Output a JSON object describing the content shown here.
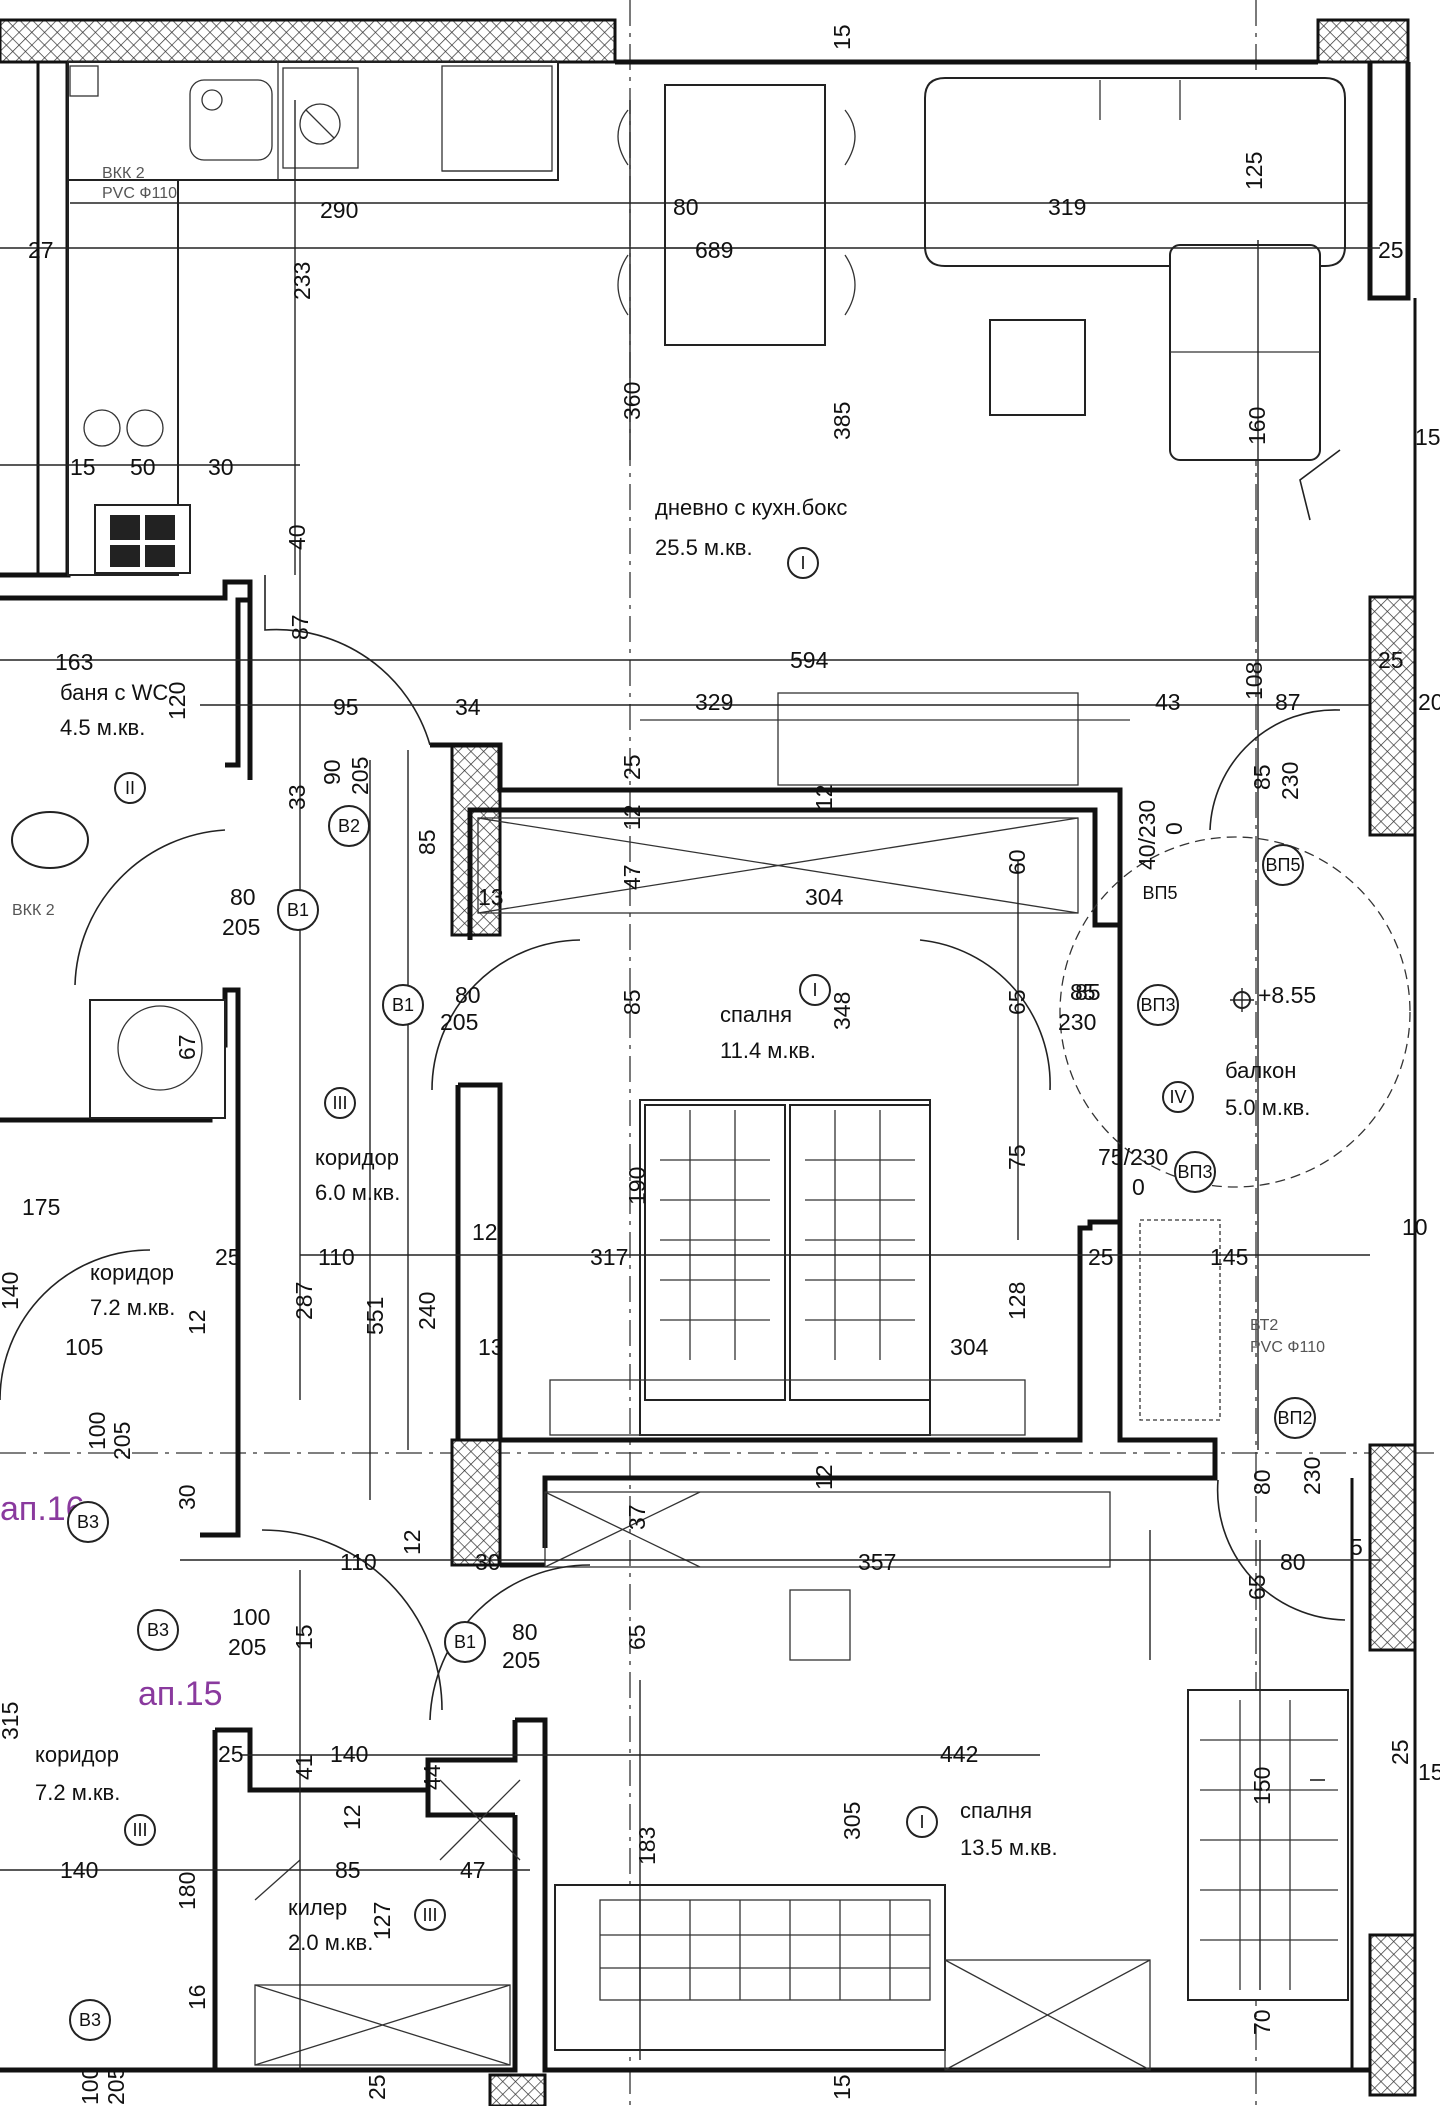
{
  "rooms": {
    "living": {
      "name": "дневно с кухн.бокс",
      "area": "25.5 м.кв.",
      "zone": "I"
    },
    "bath": {
      "name": "баня с WC",
      "area": "4.5 м.кв.",
      "zone": "II"
    },
    "corridor": {
      "name": "коридор",
      "area": "6.0 м.кв.",
      "zone": "III"
    },
    "bedroom1": {
      "name": "спалня",
      "area": "11.4 м.кв.",
      "zone": "I"
    },
    "balcony": {
      "name": "балкон",
      "area": "5.0 м.кв.",
      "zone": "IV",
      "level": "+8.55"
    },
    "bedroom2": {
      "name": "спалня",
      "area": "13.5 м.кв.",
      "zone": "I"
    },
    "storage": {
      "name": "килер",
      "area": "2.0 м.кв.",
      "zone": "III"
    },
    "nb_corridor_a": {
      "name": "коридор",
      "area": "7.2 м.кв."
    },
    "nb_corridor_b": {
      "name": "коридор",
      "area": "7.2 м.кв.",
      "zone": "III"
    }
  },
  "apartments": {
    "ap16": "ап.16",
    "ap15": "ап.15"
  },
  "pipes": {
    "vkk_top": "ВКК 2",
    "pvc_top": "PVC Ф110",
    "vkk_left": "ВКК 2",
    "vt2": "ВТ2",
    "pvc_right": "PVC Ф110"
  },
  "door_tags": {
    "b1": "B1",
    "b2": "B2",
    "b3": "B3",
    "vp5": "ВП5",
    "vp3": "ВП3",
    "vp2": "ВП2"
  },
  "door_sizes": {
    "d80_205": [
      "80",
      "205"
    ],
    "d90_205": [
      "90",
      "205"
    ],
    "d100_205": [
      "100",
      "205"
    ],
    "d85_230": [
      "85",
      "230"
    ],
    "d40_230": [
      "40/230",
      "0"
    ],
    "d75_230": [
      "75/230",
      "0"
    ],
    "d80_230": [
      "80",
      "230"
    ]
  },
  "dimensions": {
    "top_axis": "15",
    "kitchen_w": "290",
    "dining_w": "80",
    "living_total": "689",
    "sofa_w": "319",
    "sofa_d": "125",
    "right_25a": "25",
    "left_27": "27",
    "kitchen_233": "233",
    "liv_360": "360",
    "liv_385": "385",
    "armchair_160": "160",
    "right_15": "15",
    "k15": "15",
    "k50": "50",
    "k30": "30",
    "k40": "40",
    "b163": "163",
    "b87": "87",
    "b120": "120",
    "b95": "95",
    "b34": "34",
    "b33": "33",
    "liv_594": "594",
    "liv_329": "329",
    "liv_43": "43",
    "liv_87": "87",
    "liv_108": "108",
    "right_25b": "25",
    "b1_25": "25",
    "b1_12a": "12",
    "b1_12b": "12",
    "b1_47": "47",
    "b1_304a": "304",
    "b1_60": "60",
    "b1_85a": "85",
    "b1_85b": "85",
    "b1_85c": "85",
    "b1_65": "65",
    "b1_348": "348",
    "b1_13a": "13",
    "b1_13b": "13",
    "b1_190": "190",
    "b1_317": "317",
    "b1_304b": "304",
    "b1_128": "128",
    "b1_75": "75",
    "bal_145": "145",
    "bal_25": "25",
    "bal_10": "10",
    "cor_110a": "110",
    "cor_287": "287",
    "cor_551": "551",
    "cor_240": "240",
    "cor_12": "12",
    "nb_175": "175",
    "nb_25": "25",
    "nb_140": "140",
    "nb_105": "105",
    "nb_12": "12",
    "nb_30": "30",
    "low_110": "110",
    "low_12": "12",
    "low_30": "30",
    "low_357": "357",
    "low_12b": "12",
    "low_37": "37",
    "low_5": "5",
    "low_80": "80",
    "low_65": "65",
    "low_65b": "65",
    "low_15": "15",
    "b2_442": "442",
    "b2_305": "305",
    "b2_183": "183",
    "b2_150": "150",
    "b2_70": "70",
    "b2_25": "25",
    "b2_15": "15",
    "st_25": "25",
    "st_41": "41",
    "st_140": "140",
    "st_44": "44",
    "st_12": "12",
    "st_85": "85",
    "st_47": "47",
    "st_127": "127",
    "st_180": "180",
    "st_16": "16",
    "nb_140b": "140",
    "nb_315": "315",
    "bot_15": "15",
    "bot_25": "25",
    "b1_67": "67",
    "right_20": "20"
  },
  "colors": {
    "line": "#111111",
    "apartment_label": "#8a3a9e"
  }
}
